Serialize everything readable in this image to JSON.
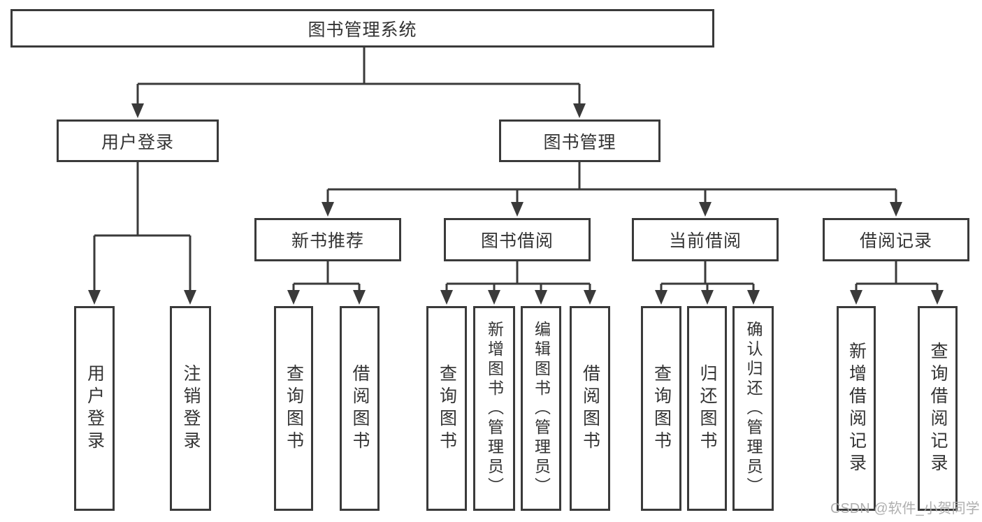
{
  "colors": {
    "line": "#3a3a3a",
    "text": "#333333",
    "watermark": "#a9a9a9",
    "background": "#ffffff"
  },
  "tree": {
    "root": "图书管理系统",
    "branches": [
      {
        "label": "用户登录",
        "children": [
          "用户登录",
          "注销登录"
        ]
      },
      {
        "label": "图书管理",
        "sections": [
          {
            "label": "新书推荐",
            "children": [
              "查询图书",
              "借阅图书"
            ]
          },
          {
            "label": "图书借阅",
            "children": [
              "查询图书",
              "新增图书（管理员）",
              "编辑图书（管理员）",
              "借阅图书"
            ]
          },
          {
            "label": "当前借阅",
            "children": [
              "查询图书",
              "归还图书",
              "确认归还（管理员）"
            ]
          },
          {
            "label": "借阅记录",
            "children": [
              "新增借阅记录",
              "查询借阅记录"
            ]
          }
        ]
      }
    ]
  },
  "watermark": "CSDN @软件_小贺同学"
}
